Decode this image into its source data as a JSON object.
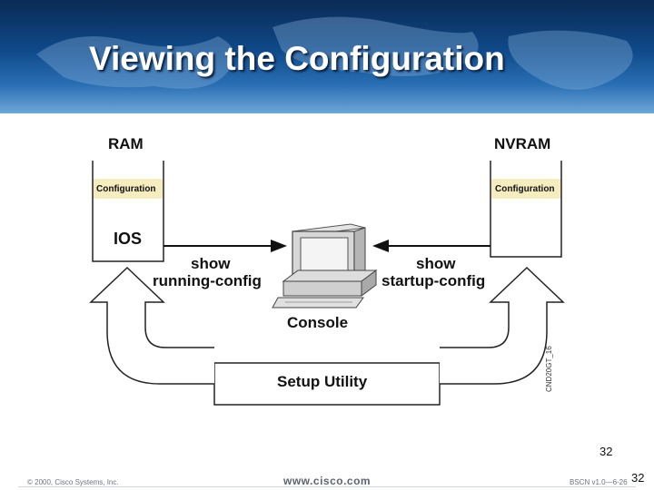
{
  "slide": {
    "title": "Viewing the Configuration",
    "page_number": "32",
    "page_number_corner": "32"
  },
  "diagram": {
    "ram_label": "RAM",
    "nvram_label": "NVRAM",
    "ram_config_label": "Configuration",
    "nvram_config_label": "Configuration",
    "ios_label": "IOS",
    "show_running_line1": "show",
    "show_running_line2": "running-config",
    "show_startup_line1": "show",
    "show_startup_line2": "startup-config",
    "console_label": "Console",
    "setup_label": "Setup Utility",
    "figure_id": "CND20GT_16"
  },
  "footer": {
    "copyright": "© 2000, Cisco Systems, Inc.",
    "url": "www.cisco.com",
    "course": "BSCN v1.0—6-26"
  },
  "colors": {
    "config_band": "#f5ecc0",
    "header_dark": "#0a2a55",
    "header_light": "#6ea7d8"
  }
}
